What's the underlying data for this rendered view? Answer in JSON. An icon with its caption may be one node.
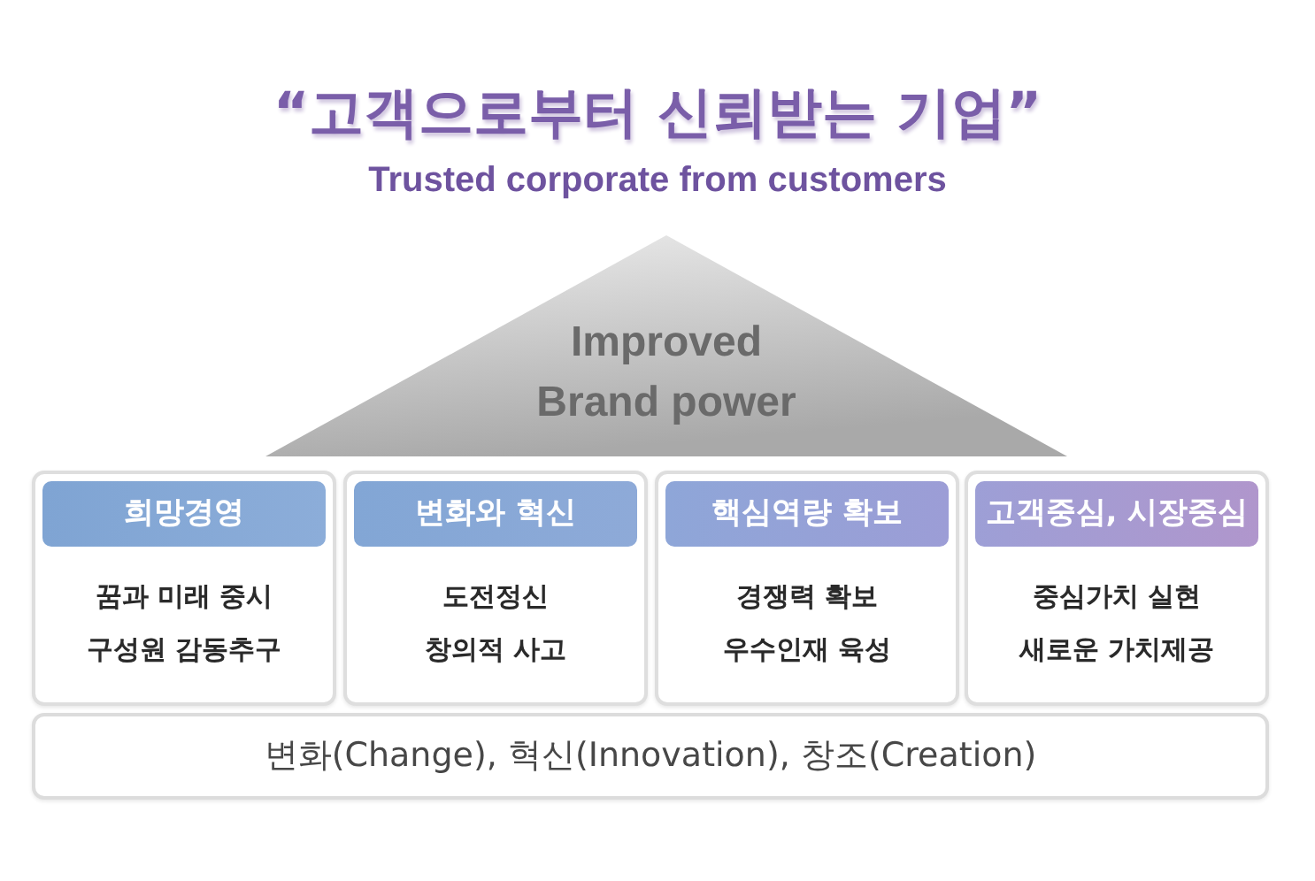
{
  "diagram": {
    "title": "“고객으로부터 신뢰받는 기업”",
    "nodes": [
      {
        "text": [
          "Improved Brand power"
        ]
      },
      {
        "text": [
          "꿈과 미래 중시",
          "구성원 감동추구"
        ]
      },
      {
        "text": [
          "희망경영"
        ],
        "in": 1
      },
      {
        "text": [
          "도전정신",
          "창의적 사고"
        ]
      },
      {
        "text": [
          "변화와 혁신"
        ],
        "in": 3
      },
      {
        "text": [
          "경쟁력 확보",
          "우수인재 육성"
        ]
      },
      {
        "text": [
          "핵심역량 확보"
        ],
        "in": 5
      },
      {
        "text": [
          "중심가치 실현",
          "새로운 가치제공"
        ]
      },
      {
        "text": [
          "고객중심, 시장중심"
        ],
        "in": 7
      },
      {
        "text": [
          "변화(Change), 혁신(Innovation), 창조(Creation)"
        ]
      }
    ],
    "labels": [
      "Trusted corporate from customers"
    ]
  }
}
